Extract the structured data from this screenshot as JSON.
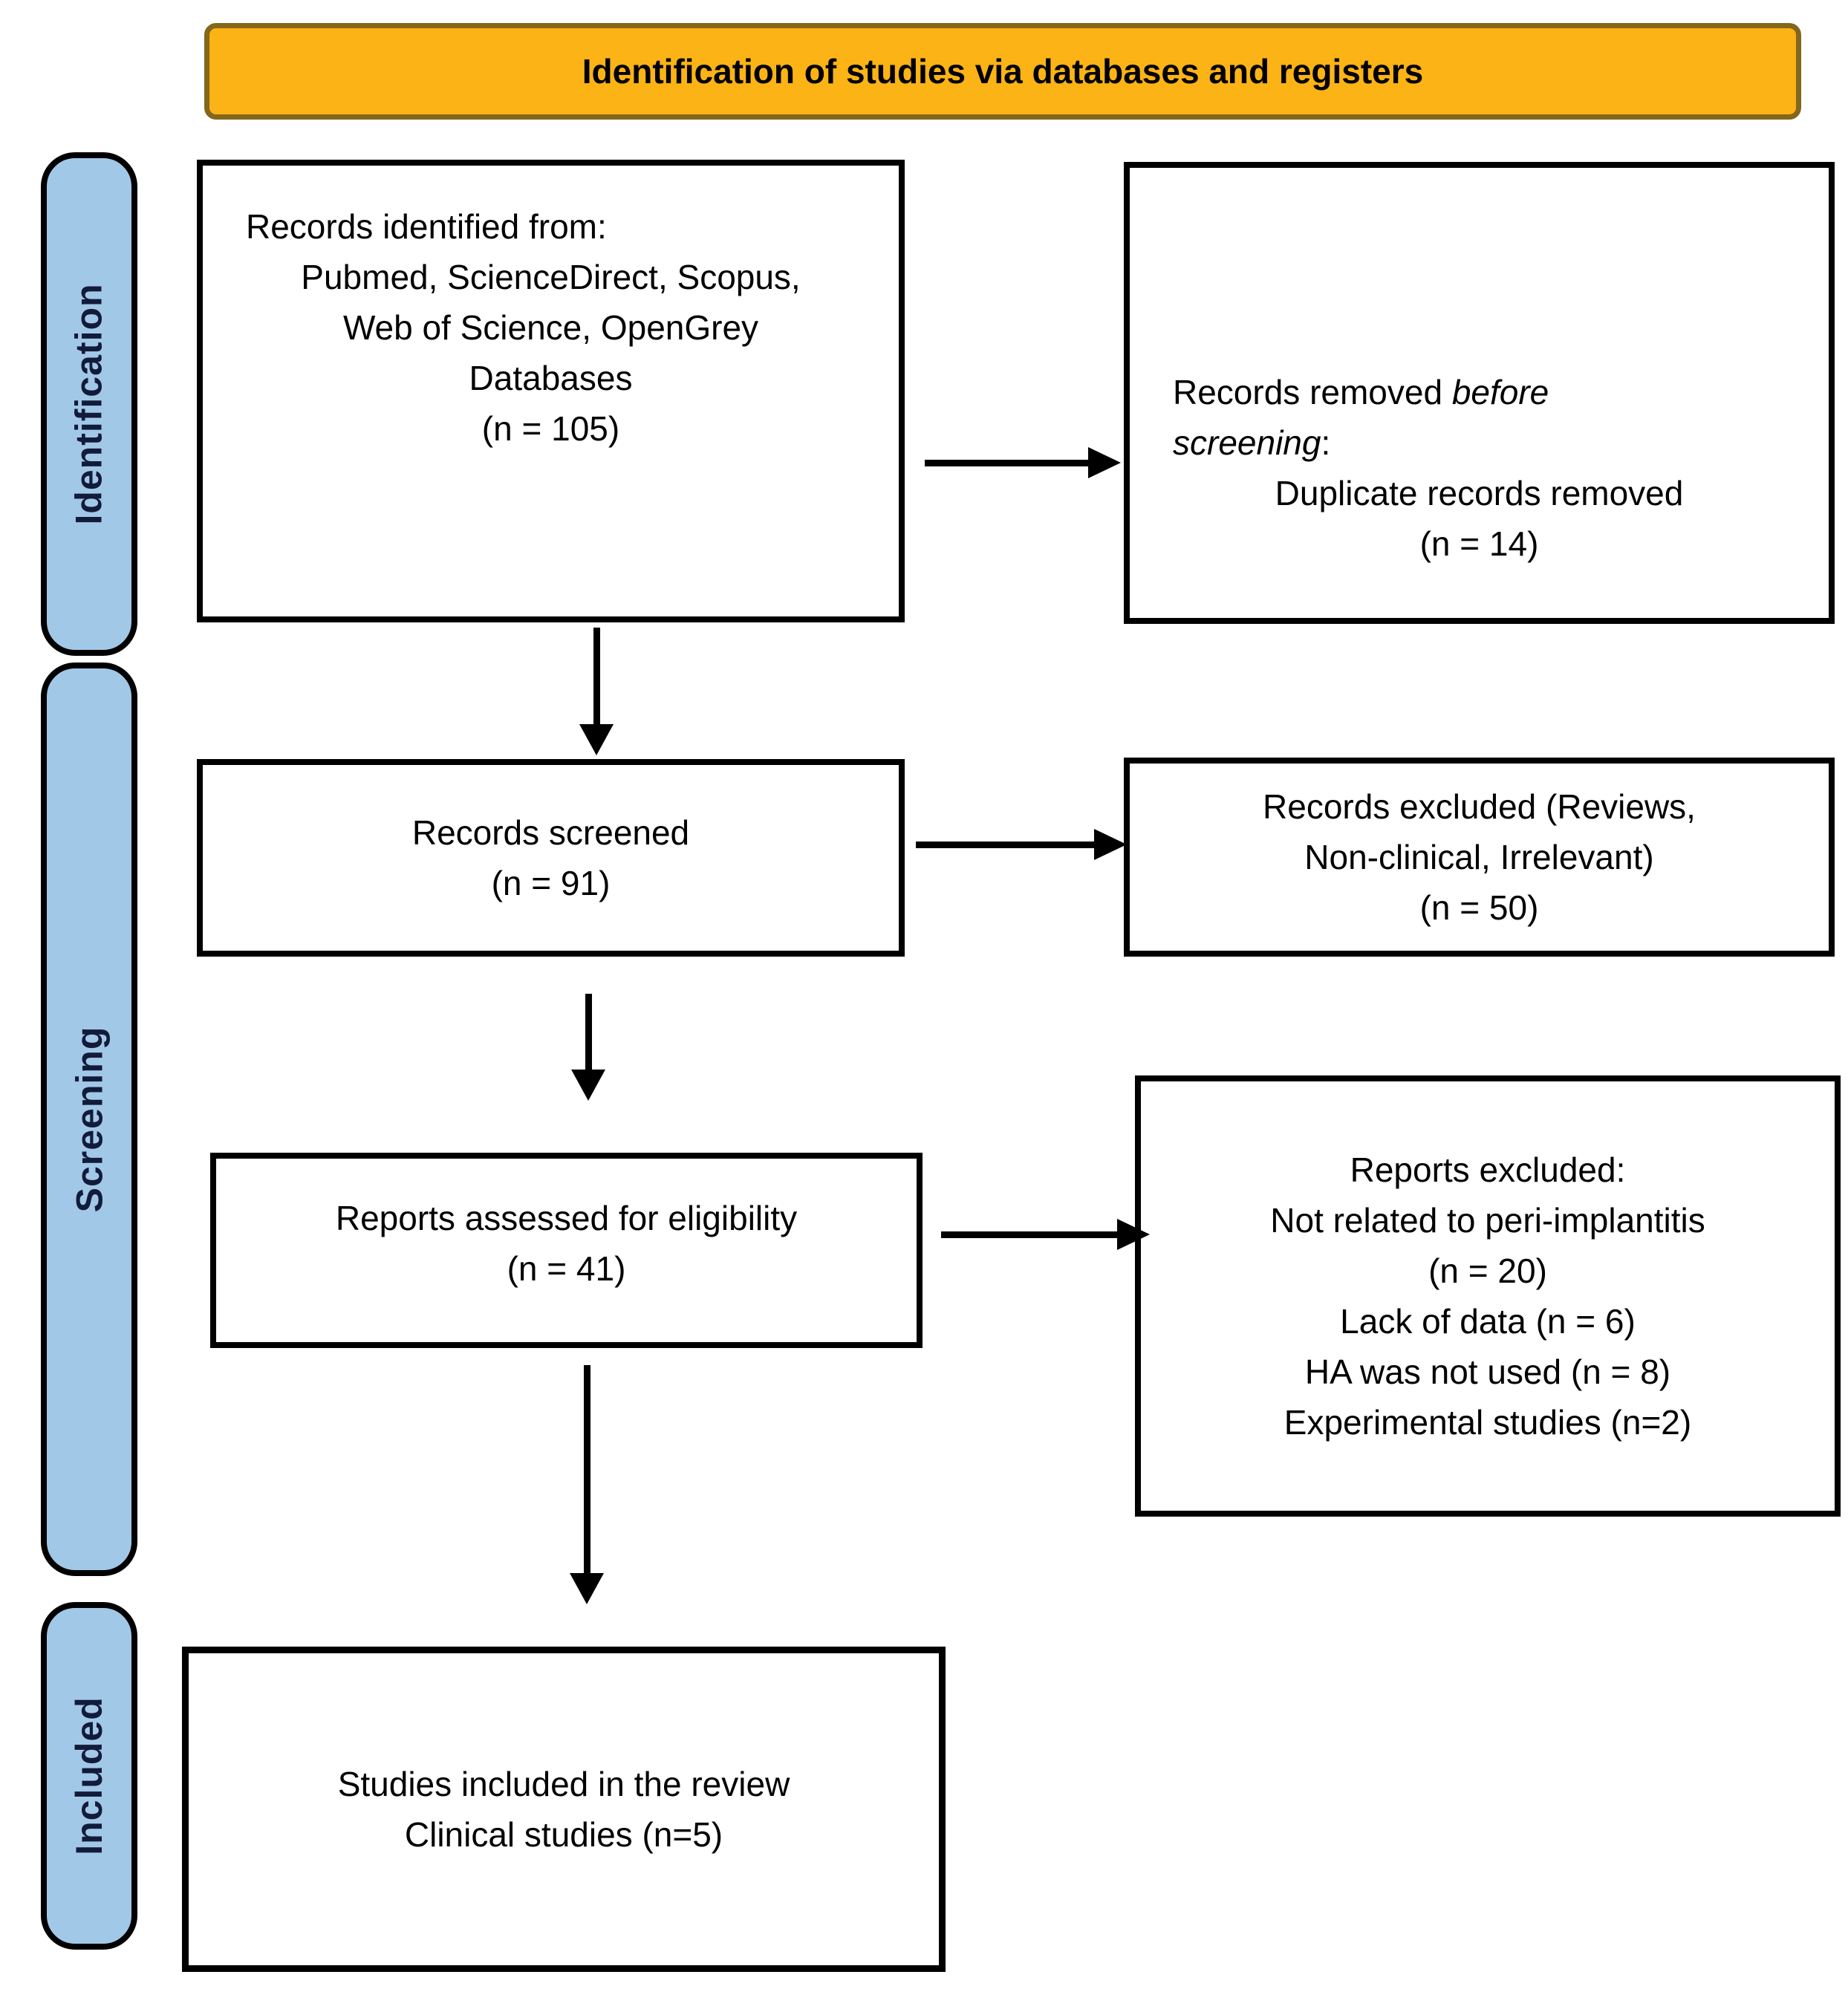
{
  "header": {
    "title": "Identification of studies via databases and registers"
  },
  "stages": [
    {
      "label": "Identification"
    },
    {
      "label": "Screening"
    },
    {
      "label": "Included"
    }
  ],
  "boxes": {
    "records_identified": {
      "lines": [
        "Records identified from:",
        "Pubmed, ScienceDirect, Scopus,",
        "Web of Science, OpenGrey",
        "Databases",
        "(n = 105)"
      ]
    },
    "records_removed": {
      "line1_pre": "Records removed ",
      "line1_italic": "before",
      "line2_italic": "screening",
      "line2_suffix": ":",
      "line3": "Duplicate records removed",
      "line4": "(n = 14)"
    },
    "records_screened": {
      "lines": [
        "Records screened",
        "(n = 91)"
      ]
    },
    "records_excluded": {
      "lines": [
        "Records excluded (Reviews,",
        "Non-clinical, Irrelevant)",
        "(n = 50)"
      ]
    },
    "reports_assessed": {
      "lines": [
        "Reports assessed for eligibility",
        "(n = 41)"
      ]
    },
    "reports_excluded": {
      "lines": [
        "Reports excluded:",
        "Not related to peri-implantitis",
        "(n = 20)",
        "Lack of data (n = 6)",
        "HA was not used (n = 8)",
        "Experimental studies (n=2)"
      ]
    },
    "studies_included": {
      "lines": [
        "Studies included in the review",
        "Clinical studies (n=5)"
      ]
    }
  },
  "colors": {
    "header_fill": "#fcb315",
    "header_border": "#82671c",
    "stage_fill": "#a2c8e8",
    "stage_text": "#131b3a",
    "box_border": "#000000",
    "arrow": "#000000",
    "background": "#ffffff"
  }
}
